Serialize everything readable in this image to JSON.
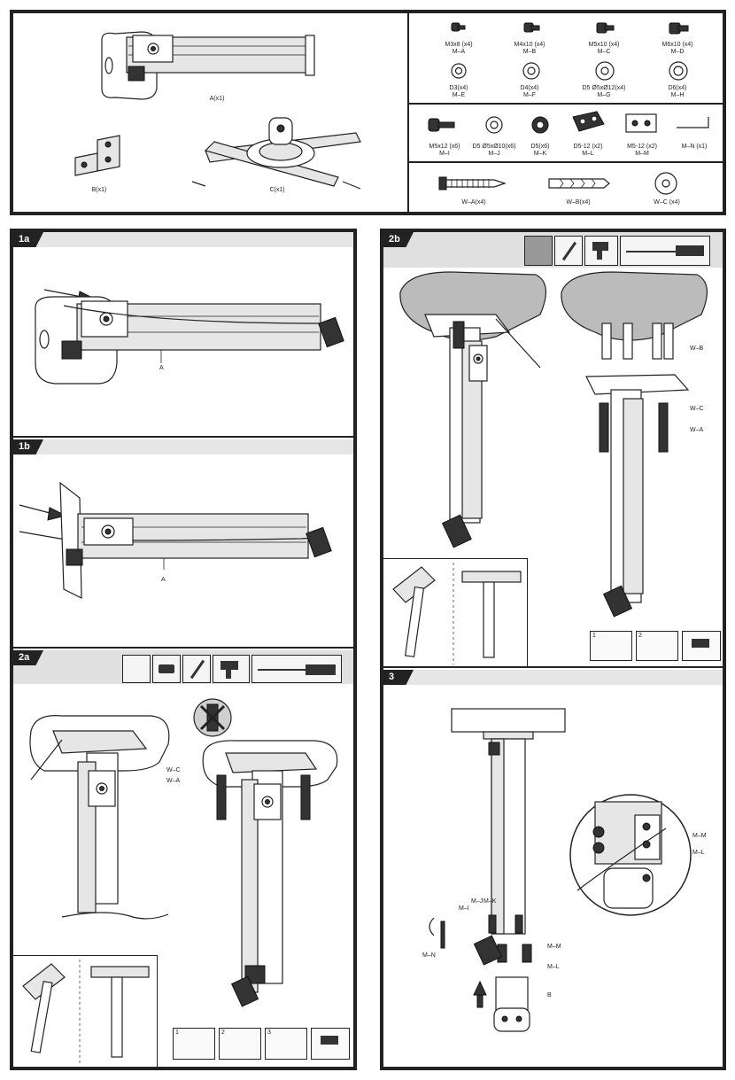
{
  "parts": {
    "main": [
      {
        "label": "A(x1)"
      },
      {
        "label": "B(x1)"
      },
      {
        "label": "C(x1)"
      }
    ],
    "screws_row1": [
      {
        "size": "M3x8 (x4)",
        "code": "M–A"
      },
      {
        "size": "M4x10 (x4)",
        "code": "M–B"
      },
      {
        "size": "M5x10 (x4)",
        "code": "M–C"
      },
      {
        "size": "M6x10 (x4)",
        "code": "M–D"
      }
    ],
    "washers_row2": [
      {
        "size": "D3(x4)",
        "code": "M–E"
      },
      {
        "size": "D4(x4)",
        "code": "M–F"
      },
      {
        "size": "D5 Ø5xØ12(x4)",
        "code": "M–G"
      },
      {
        "size": "D6(x4)",
        "code": "M–H"
      }
    ],
    "row3": [
      {
        "size": "M5x12 (x6)",
        "code": "M–I"
      },
      {
        "size": "D5 Ø5xØ10(x6)",
        "code": "M–J"
      },
      {
        "size": "D5(x6)",
        "code": "M–K"
      },
      {
        "size": "D5-12 (x2)",
        "code": "M–L"
      },
      {
        "size": "M5-12 (x2)",
        "code": "M–M"
      },
      {
        "size": "M–N (x1)",
        "code": ""
      }
    ],
    "row4": [
      {
        "label": "W–A(x4)"
      },
      {
        "label": "W–B(x4)"
      },
      {
        "label": "W–C (x4)"
      }
    ]
  },
  "steps": {
    "s1a": {
      "tag": "1a",
      "part": "A"
    },
    "s1b": {
      "tag": "1b",
      "part": "A"
    },
    "s2a": {
      "tag": "2a",
      "callouts": [
        "W–C",
        "W–A"
      ],
      "subs": [
        "1",
        "2",
        "3"
      ]
    },
    "s2b": {
      "tag": "2b",
      "callouts": [
        "W–B",
        "W–C",
        "W–A"
      ],
      "subs": [
        "1",
        "2"
      ]
    },
    "s3": {
      "tag": "3",
      "callouts": [
        "M–I",
        "M–J",
        "M–K",
        "M–N",
        "M–M",
        "M–L",
        "B",
        "M–M",
        "M–L"
      ]
    }
  },
  "colors": {
    "frame": "#222222",
    "header": "#d8d8d8",
    "tab": "#222222"
  }
}
